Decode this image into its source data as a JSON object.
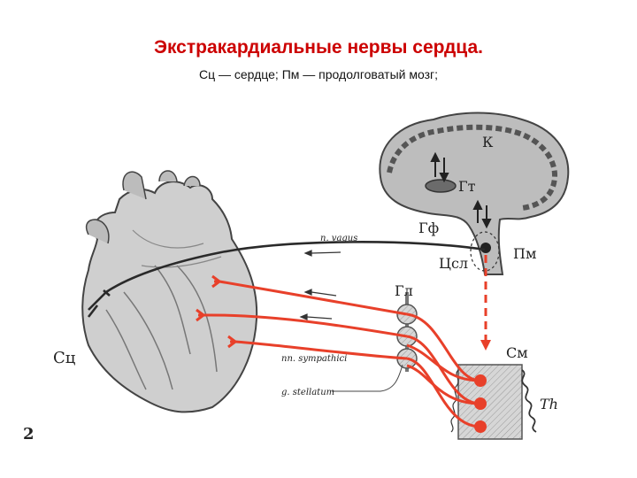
{
  "title": "Экстракардиальные нервы сердца.",
  "subtitle": "Сц — сердце; Пм — продолговатый мозг;",
  "labels": {
    "k": "К",
    "gt": "Гт",
    "gf": "Гф",
    "pm": "Пм",
    "csl": "Цсл",
    "gl": "Гл",
    "sm": "См",
    "th": "Th",
    "sc": "Сц",
    "vagus": "n. vagus",
    "sympathici": "nn. sympathici",
    "stellatum": "g. stellatum",
    "figure_number": "2"
  },
  "colors": {
    "title": "#cc0000",
    "nerve_red": "#e8402a",
    "nerve_dark": "#2a2a2a",
    "tissue_gray": "#c9c9c9",
    "tissue_dark": "#555555",
    "background": "#ffffff"
  }
}
